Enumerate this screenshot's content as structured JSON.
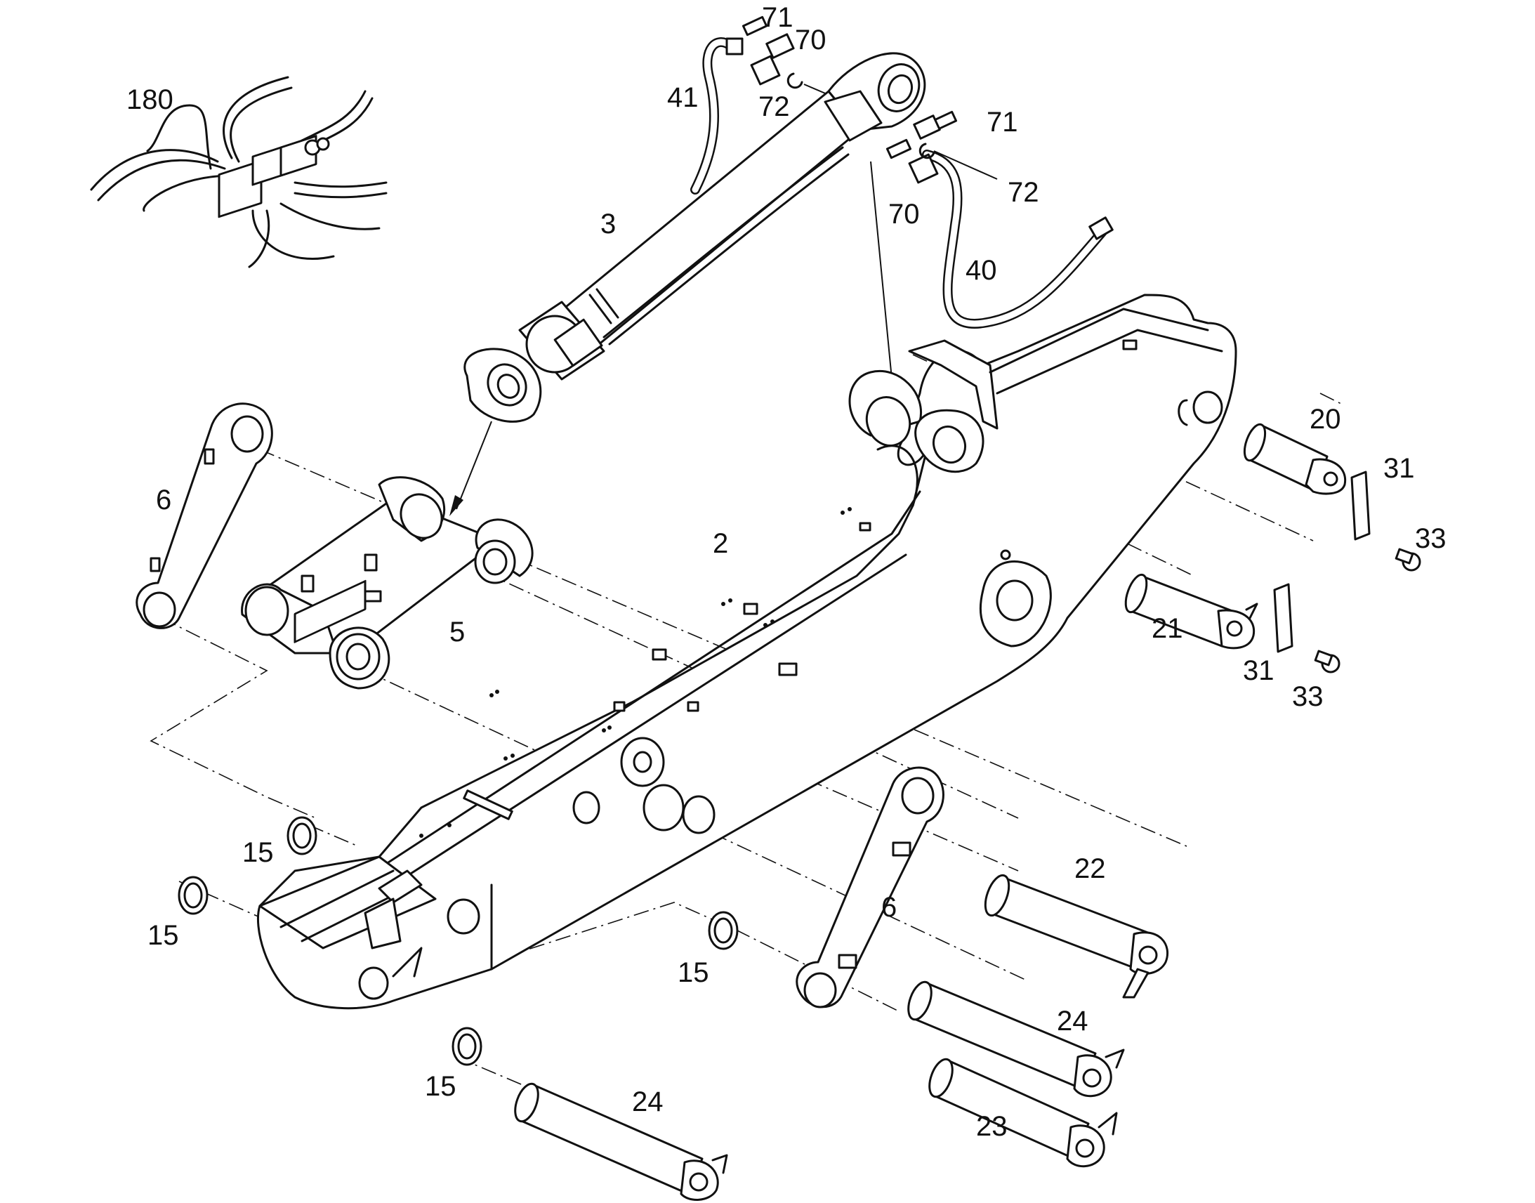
{
  "diagram": {
    "labels": [
      {
        "id": "180",
        "text": "180"
      },
      {
        "id": "71a",
        "text": "71"
      },
      {
        "id": "70a",
        "text": "70"
      },
      {
        "id": "41",
        "text": "41"
      },
      {
        "id": "72a",
        "text": "72"
      },
      {
        "id": "71b",
        "text": "71"
      },
      {
        "id": "72b",
        "text": "72"
      },
      {
        "id": "70b",
        "text": "70"
      },
      {
        "id": "3",
        "text": "3"
      },
      {
        "id": "40",
        "text": "40"
      },
      {
        "id": "20",
        "text": "20"
      },
      {
        "id": "31a",
        "text": "31"
      },
      {
        "id": "33a",
        "text": "33"
      },
      {
        "id": "6a",
        "text": "6"
      },
      {
        "id": "2",
        "text": "2"
      },
      {
        "id": "5",
        "text": "5"
      },
      {
        "id": "21",
        "text": "21"
      },
      {
        "id": "31b",
        "text": "31"
      },
      {
        "id": "33b",
        "text": "33"
      },
      {
        "id": "22",
        "text": "22"
      },
      {
        "id": "15a",
        "text": "15"
      },
      {
        "id": "6b",
        "text": "6"
      },
      {
        "id": "15b",
        "text": "15"
      },
      {
        "id": "15c",
        "text": "15"
      },
      {
        "id": "24a",
        "text": "24"
      },
      {
        "id": "15d",
        "text": "15"
      },
      {
        "id": "23",
        "text": "23"
      },
      {
        "id": "24b",
        "text": "24"
      }
    ]
  }
}
